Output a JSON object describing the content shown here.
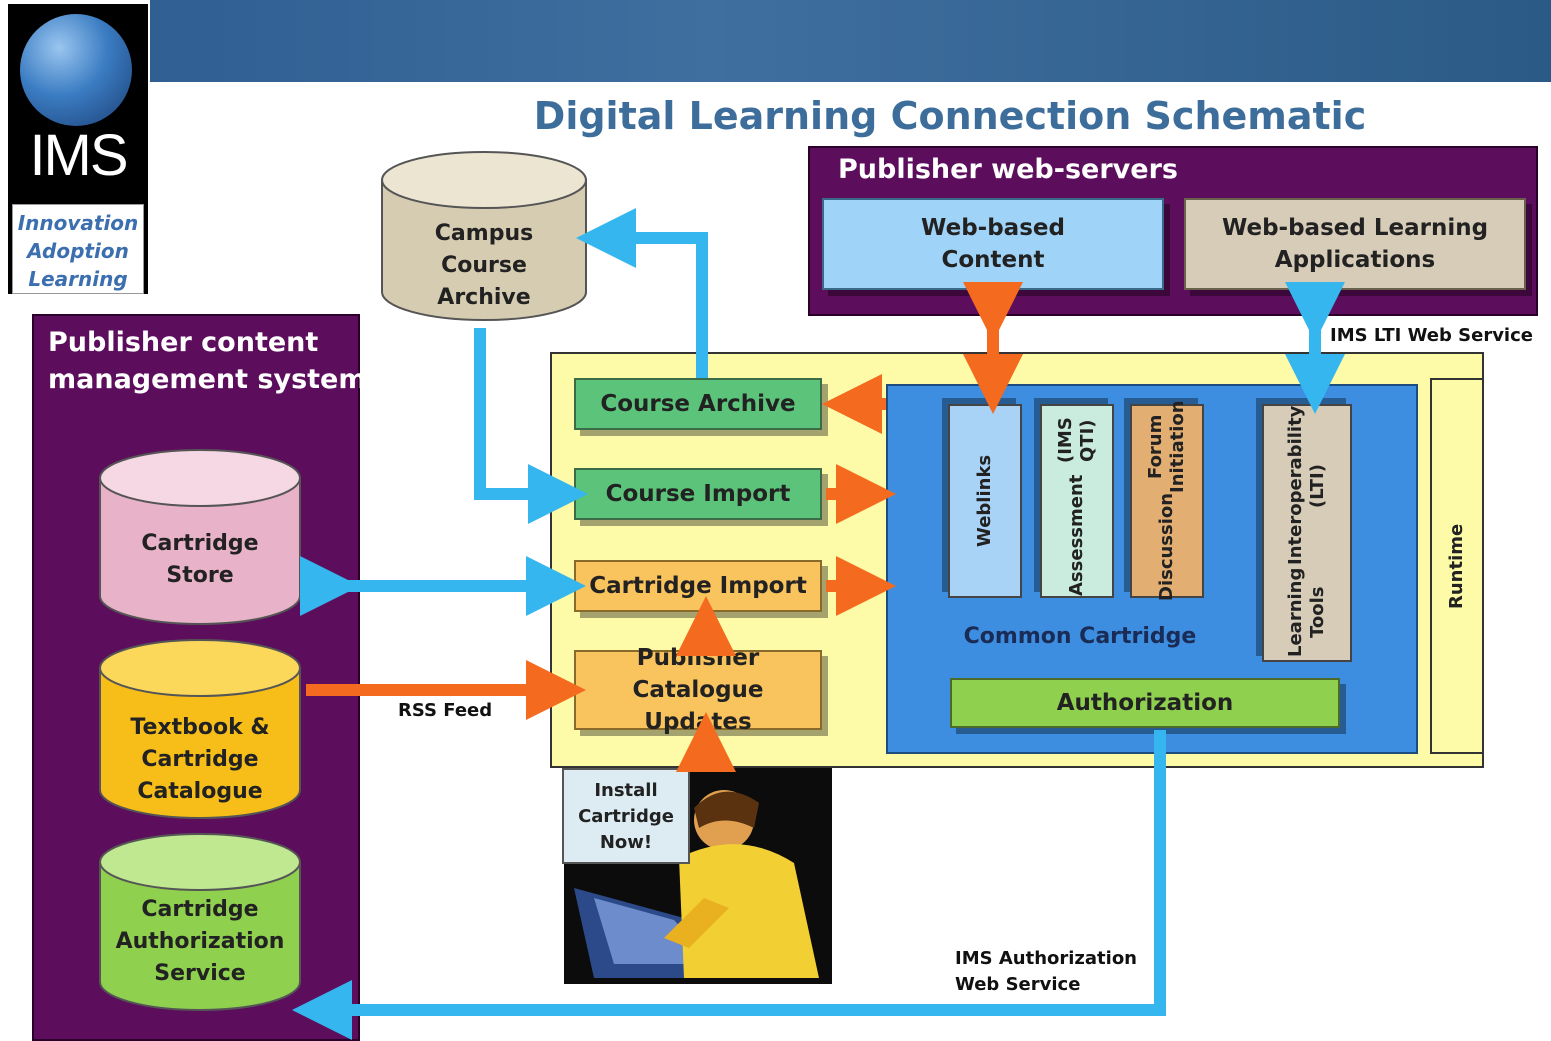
{
  "title": "Digital Learning Connection Schematic",
  "logo": {
    "name": "IMS",
    "tagline": [
      "Innovation",
      "Adoption",
      "Learning"
    ]
  },
  "publisher_web_servers": {
    "label": "Publisher web-servers",
    "web_content": [
      "Web-based",
      "Content"
    ],
    "web_apps": [
      "Web-based Learning",
      "Applications"
    ]
  },
  "ims_lti_label": "IMS LTI Web Service",
  "campus_archive": [
    "Campus",
    "Course",
    "Archive"
  ],
  "publisher_cms": {
    "label": [
      "Publisher content",
      "management system"
    ],
    "cartridge_store": [
      "Cartridge",
      "Store"
    ],
    "textbook_catalogue": [
      "Textbook &",
      "Cartridge",
      "Catalogue"
    ],
    "auth_service": [
      "Cartridge",
      "Authorization",
      "Service"
    ]
  },
  "lms": {
    "course_archive": "Course Archive",
    "course_import": "Course Import",
    "cartridge_import": "Cartridge Import",
    "catalogue_updates": [
      "Publisher",
      "Catalogue Updates"
    ],
    "runtime": "Runtime"
  },
  "common_cartridge": {
    "label": "Common Cartridge",
    "weblinks": "Weblinks",
    "assessment": [
      "Assessment",
      "(IMS QTI)"
    ],
    "discussion": [
      "Discussion",
      "Forum Initiation"
    ],
    "lti": [
      "Learning Tools",
      "Interoperability (LTI)"
    ],
    "authorization": "Authorization"
  },
  "rss_feed": "RSS Feed",
  "install_note": [
    "Install",
    "Cartridge",
    "Now!"
  ],
  "auth_ws_label": [
    "IMS Authorization",
    "Web Service"
  ],
  "colors": {
    "purple": "#5c0d5c",
    "yellow_panel": "#fdfaa8",
    "blue_cartridge": "#3d8ee0",
    "arrow_orange": "#f46a1f",
    "arrow_blue": "#35b6ee"
  }
}
